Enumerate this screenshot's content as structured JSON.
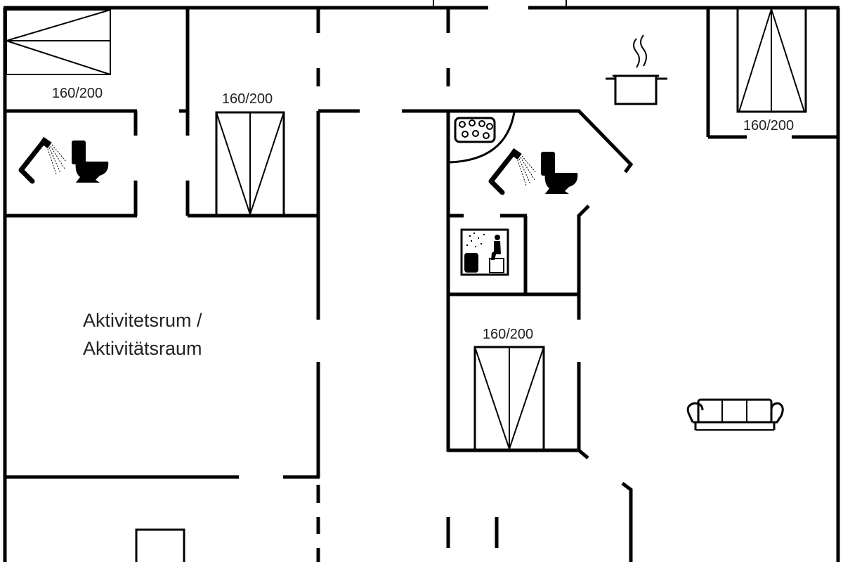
{
  "floor_plan": {
    "bed_labels": {
      "bed_top_left": "160/200",
      "bed_center_left": "160/200",
      "bed_top_right": "160/200",
      "bed_center": "160/200"
    },
    "room_labels": {
      "activity_room_line1": "Aktivitetsrum /",
      "activity_room_line2": "Aktivitätsraum"
    },
    "icons": [
      "shower-icon",
      "toilet-icon",
      "stove-pot-icon",
      "whirlpool-icon",
      "sauna-icon",
      "sofa-icon"
    ]
  }
}
